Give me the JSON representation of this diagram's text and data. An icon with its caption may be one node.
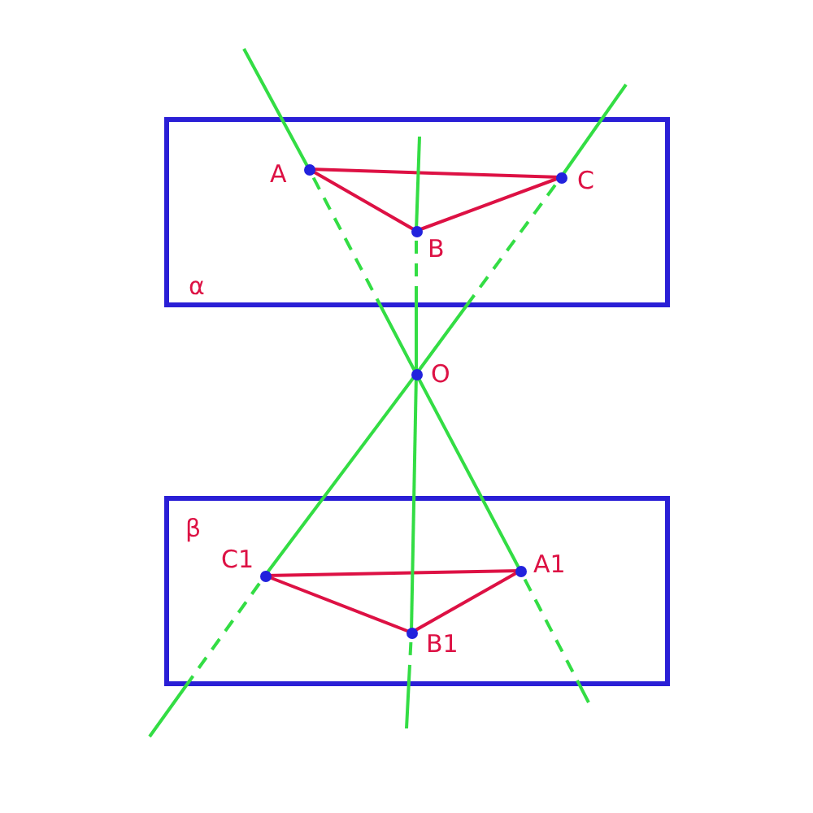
{
  "diagram": {
    "nodes": [
      {
        "text": [
          "α"
        ]
      },
      {
        "text": [
          "A"
        ],
        "in": 0
      },
      {
        "text": [
          "C"
        ],
        "in": 0
      },
      {
        "text": [
          "B"
        ],
        "in": 0
      },
      {
        "text": [
          "O"
        ]
      },
      {
        "text": [
          "β"
        ]
      },
      {
        "text": [
          "C1"
        ],
        "in": 5
      },
      {
        "text": [
          "A1"
        ],
        "in": 5
      },
      {
        "text": [
          "B1"
        ],
        "in": 5
      }
    ],
    "edges": [
      {
        "from": 1,
        "to": 2,
        "arrow": "none",
        "color": "#dd1144"
      },
      {
        "from": 1,
        "to": 3,
        "arrow": "none",
        "color": "#dd1144"
      },
      {
        "from": 3,
        "to": 2,
        "arrow": "none",
        "color": "#dd1144"
      },
      {
        "from": 6,
        "to": 7,
        "arrow": "none",
        "color": "#dd1144"
      },
      {
        "from": 6,
        "to": 8,
        "arrow": "none",
        "color": "#dd1144"
      },
      {
        "from": 8,
        "to": 7,
        "arrow": "none",
        "color": "#dd1144"
      },
      {
        "from": null,
        "to": 1,
        "arrow": "none",
        "color": "#33dd44"
      },
      {
        "from": 1,
        "to": 4,
        "arrow": "none",
        "style": "dashed",
        "color": "#33dd44"
      },
      {
        "from": 4,
        "to": 7,
        "arrow": "none",
        "color": "#33dd44"
      },
      {
        "from": 7,
        "to": null,
        "arrow": "none",
        "style": "dashed",
        "color": "#33dd44"
      },
      {
        "from": null,
        "to": 3,
        "arrow": "none",
        "color": "#33dd44"
      },
      {
        "from": 3,
        "to": 4,
        "arrow": "none",
        "style": "dashed",
        "color": "#33dd44"
      },
      {
        "from": 4,
        "to": 8,
        "arrow": "none",
        "color": "#33dd44"
      },
      {
        "from": 8,
        "to": null,
        "arrow": "none",
        "style": "dashed",
        "color": "#33dd44"
      },
      {
        "from": null,
        "to": 2,
        "arrow": "none",
        "color": "#33dd44"
      },
      {
        "from": 2,
        "to": 4,
        "arrow": "none",
        "style": "dashed",
        "color": "#33dd44"
      },
      {
        "from": 4,
        "to": 6,
        "arrow": "none",
        "color": "#33dd44"
      },
      {
        "from": 6,
        "to": null,
        "arrow": "none",
        "style": "dashed",
        "color": "#33dd44"
      }
    ]
  }
}
